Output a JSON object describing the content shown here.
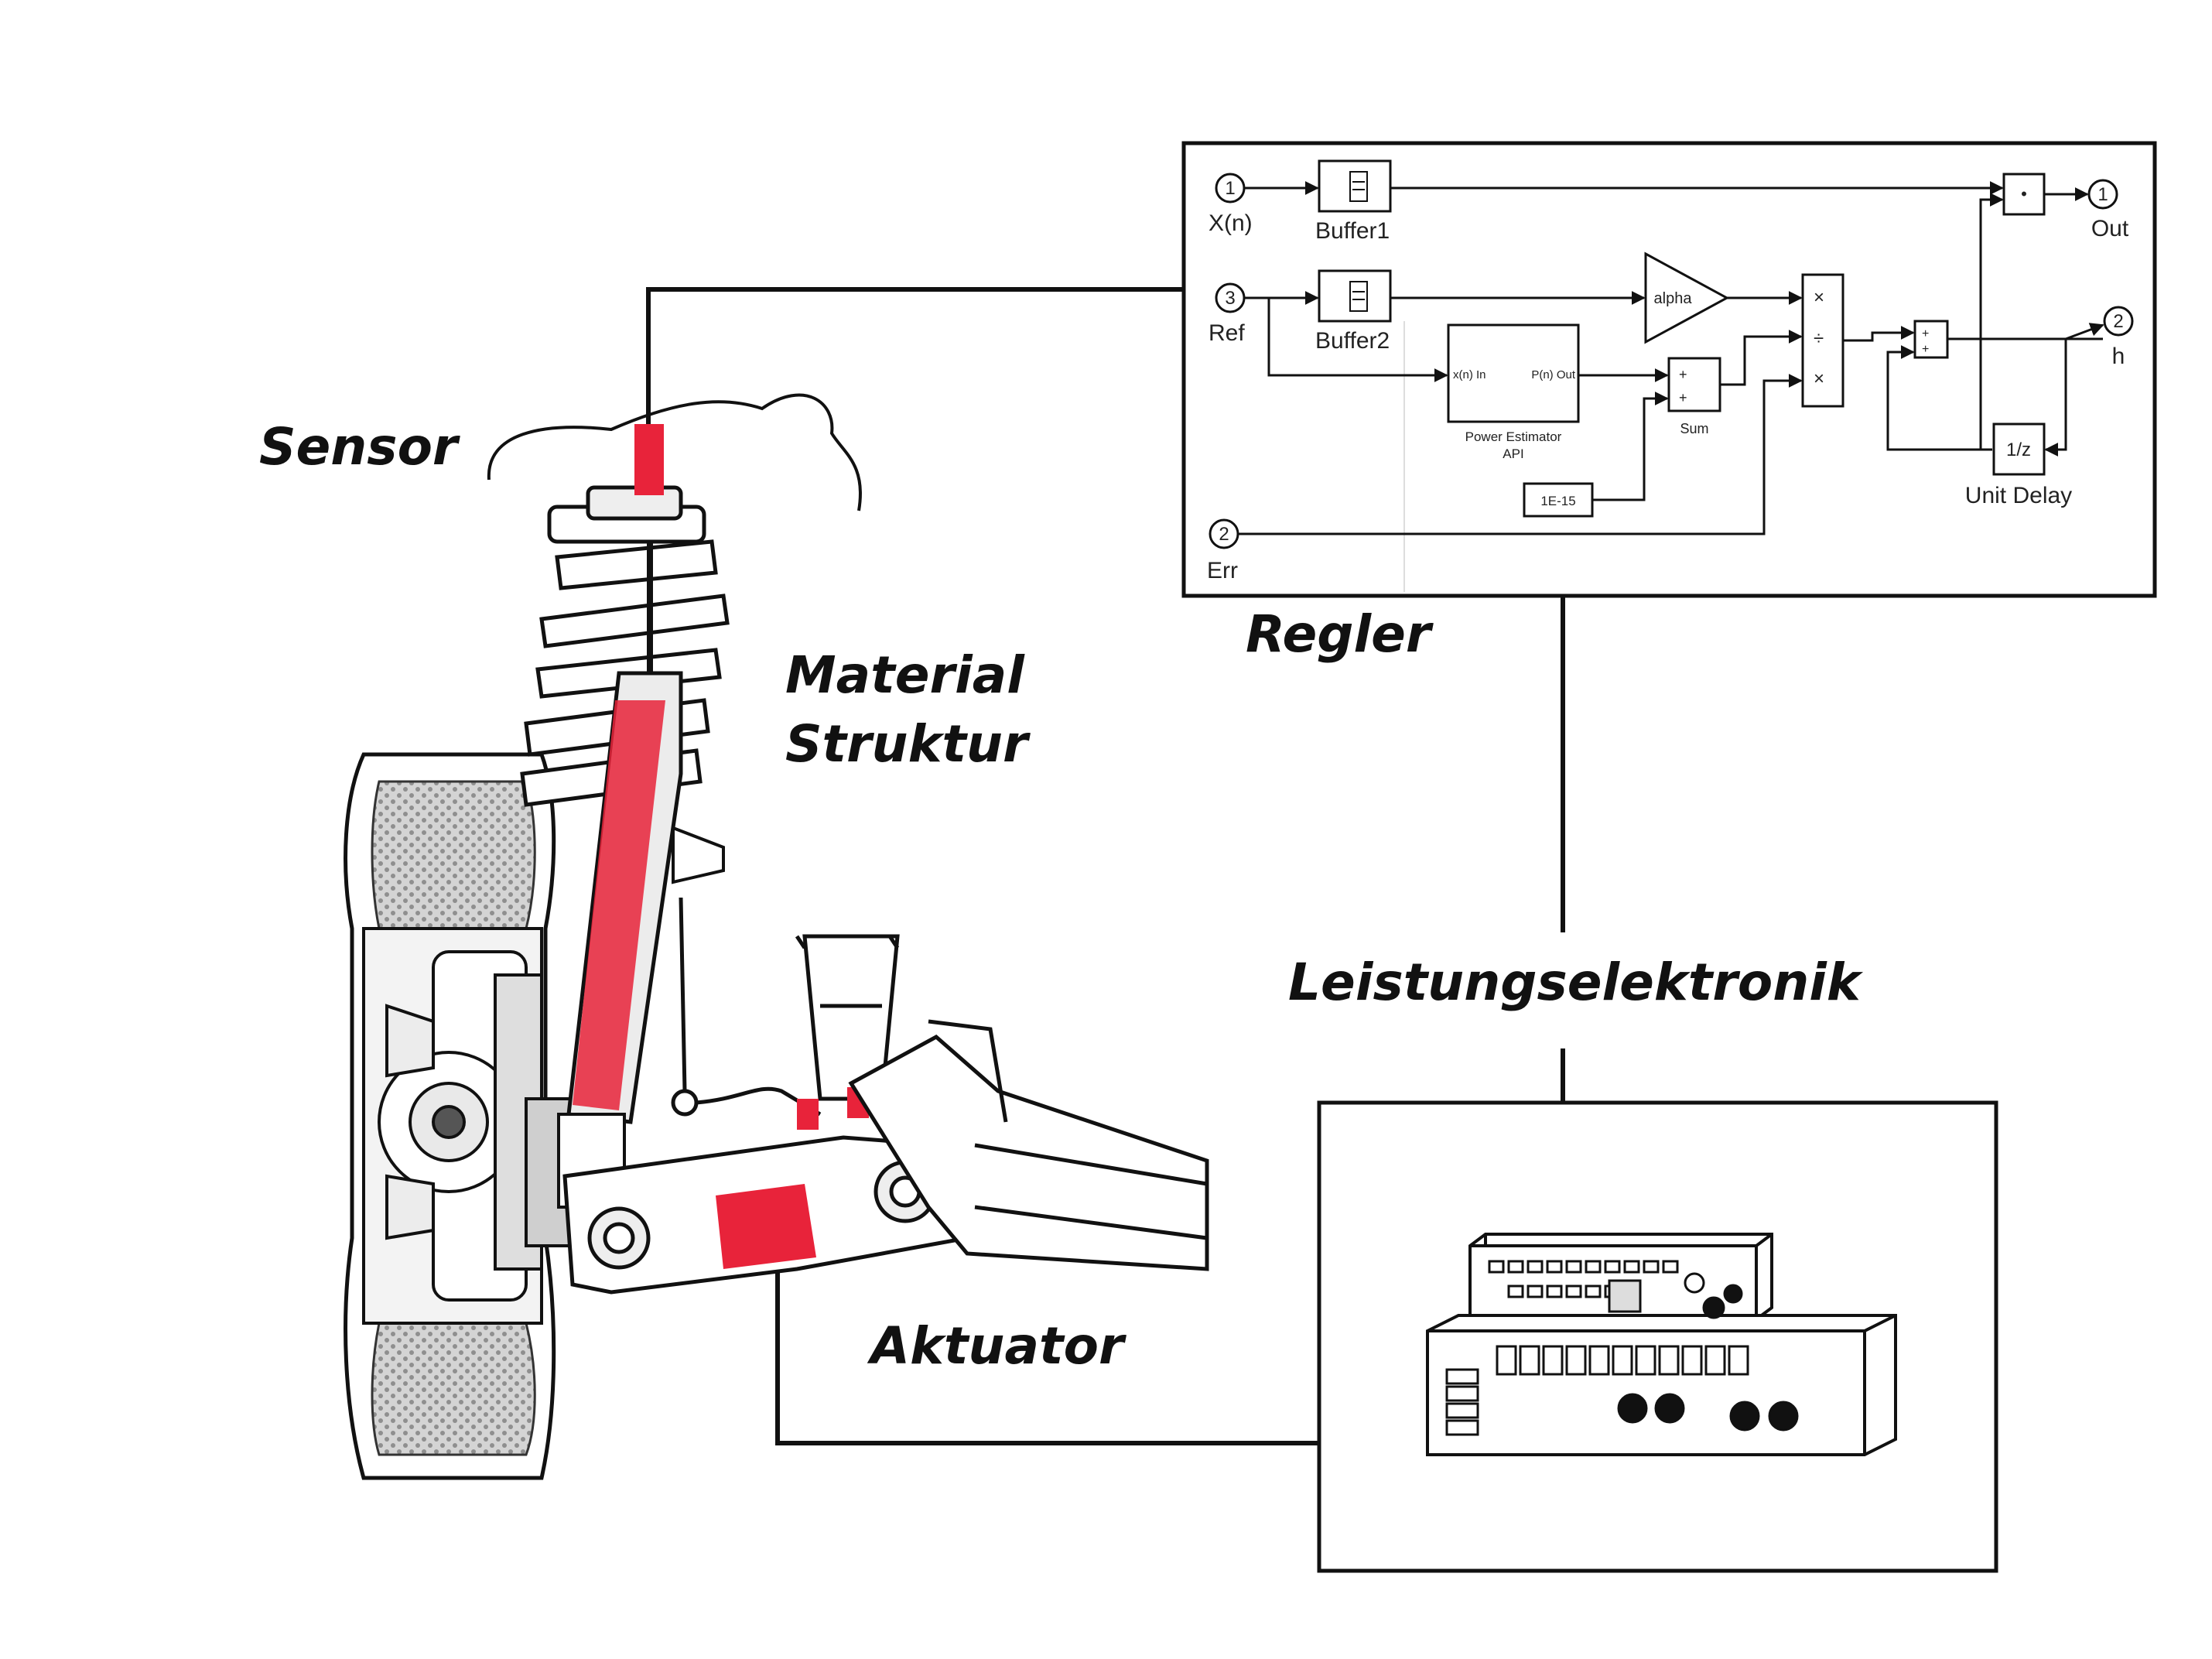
{
  "labels": {
    "sensor": "Sensor",
    "material": "Material",
    "struktur": "Struktur",
    "regler": "Regler",
    "leistungselektronik": "Leistungselektronik",
    "aktuator": "Aktuator"
  },
  "controller": {
    "in1_num": "1",
    "in1_name": "X(n)",
    "in2_num": "3",
    "in2_name": "Ref",
    "in3_num": "2",
    "in3_name": "Err",
    "out1_num": "1",
    "out1_name": "Out",
    "out2_num": "2",
    "out2_name": "h",
    "buffer1": "Buffer1",
    "buffer2": "Buffer2",
    "gain": "alpha",
    "power_estimator_in": "x(n) In",
    "power_estimator_out": "P(n) Out",
    "power_estimator_name1": "Power Estimator",
    "power_estimator_name2": "API",
    "constant": "1E-15",
    "sum": "Sum",
    "unit_delay_value": "1/z",
    "unit_delay": "Unit Delay",
    "mult_symbol": "×",
    "div_symbol": "÷",
    "dot_symbol": "•"
  },
  "colors": {
    "highlight": "#e8233a",
    "line": "#111111",
    "tire_pattern": "#b5b5b5"
  }
}
